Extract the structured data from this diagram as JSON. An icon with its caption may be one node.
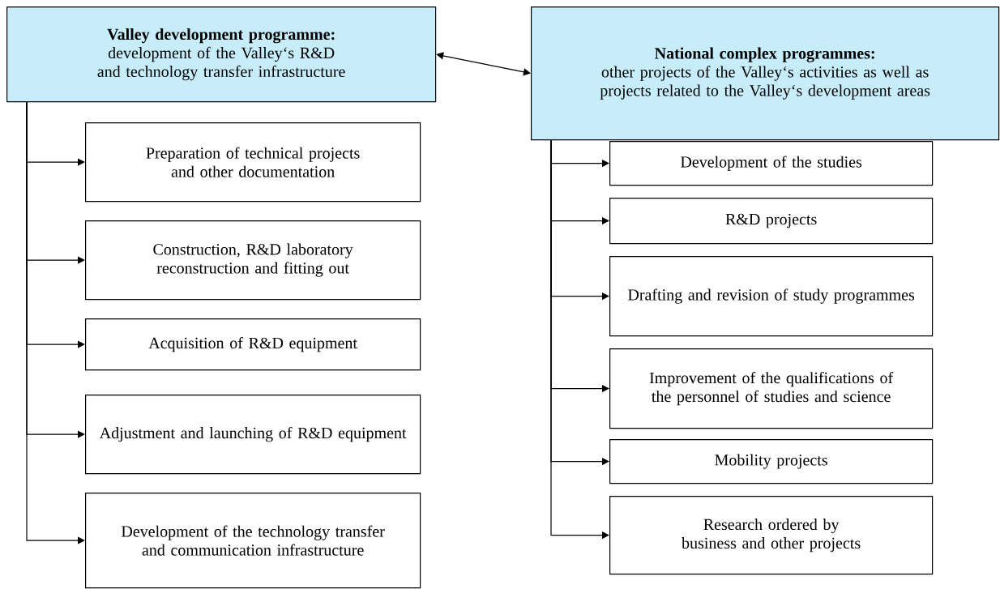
{
  "diagram": {
    "nodes": [
      {
        "text": [
          "Valley development programme:",
          "development of the Valley‘s R&D and technology transfer infrastructure"
        ]
      },
      {
        "text": [
          "National complex programmes:",
          "other projects of the Valley‘s activities as well as projects related to the Valley‘s development areas"
        ]
      },
      {
        "text": [
          "Preparation of technical projects and other documentation"
        ]
      },
      {
        "text": [
          "Construction, R&D laboratory reconstruction and fitting out"
        ]
      },
      {
        "text": [
          "Acquisition of R&D equipment"
        ]
      },
      {
        "text": [
          "Adjustment and launching of R&D equipment"
        ]
      },
      {
        "text": [
          "Development of the technology transfer and communication infrastructure"
        ]
      },
      {
        "text": [
          "Development of the studies"
        ]
      },
      {
        "text": [
          "R&D projects"
        ]
      },
      {
        "text": [
          "Drafting and revision of study programmes"
        ]
      },
      {
        "text": [
          "Improvement of the qualifications of the personnel of studies and science"
        ]
      },
      {
        "text": [
          "Mobility projects"
        ]
      },
      {
        "text": [
          "Research ordered by business and other projects"
        ]
      }
    ],
    "edges": [
      {
        "from": 0,
        "to": 1,
        "arrow": "both"
      },
      {
        "from": 0,
        "to": 2,
        "arrow": "to"
      },
      {
        "from": 0,
        "to": 3,
        "arrow": "to"
      },
      {
        "from": 0,
        "to": 4,
        "arrow": "to"
      },
      {
        "from": 0,
        "to": 5,
        "arrow": "to"
      },
      {
        "from": 0,
        "to": 6,
        "arrow": "to"
      },
      {
        "from": 1,
        "to": 7,
        "arrow": "to"
      },
      {
        "from": 1,
        "to": 8,
        "arrow": "to"
      },
      {
        "from": 1,
        "to": 9,
        "arrow": "to"
      },
      {
        "from": 1,
        "to": 10,
        "arrow": "to"
      },
      {
        "from": 1,
        "to": 11,
        "arrow": "to"
      },
      {
        "from": 1,
        "to": 12,
        "arrow": "to"
      }
    ]
  }
}
